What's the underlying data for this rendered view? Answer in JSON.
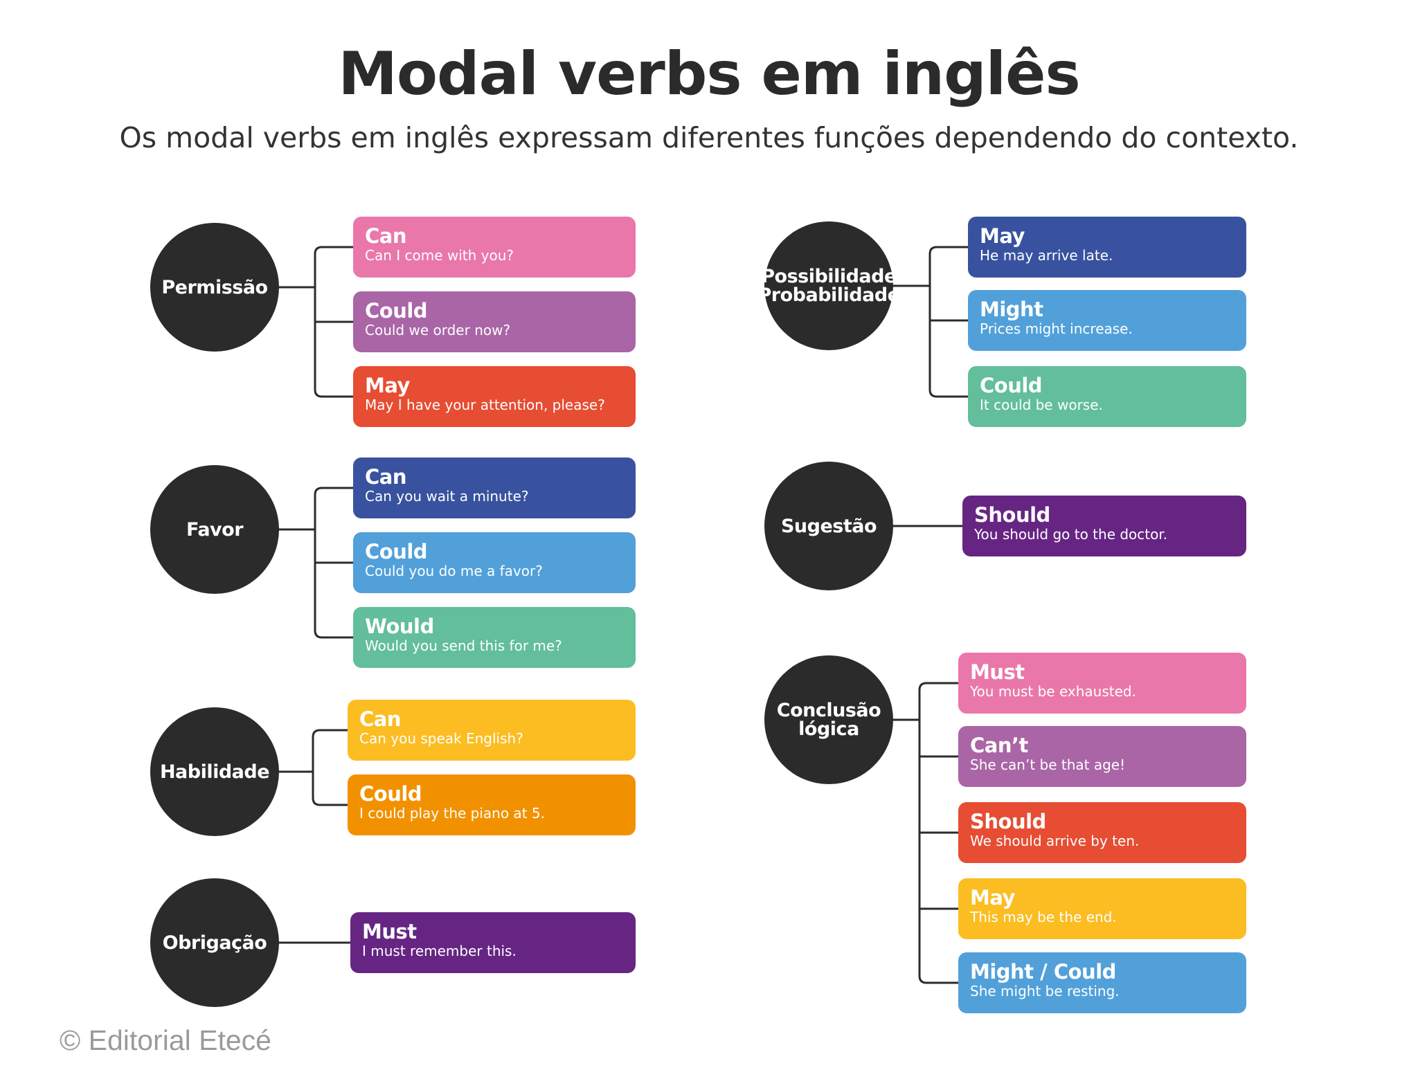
{
  "header": {
    "title": "Modal verbs em inglês",
    "subtitle": "Os modal verbs em inglês expressam diferentes funções dependendo do contexto."
  },
  "groups": [
    {
      "label": "Permissão",
      "items": [
        {
          "verb": "Can",
          "example": "Can I come with you?",
          "color": "#ea77aa"
        },
        {
          "verb": "Could",
          "example": "Could we order now?",
          "color": "#a965a6"
        },
        {
          "verb": "May",
          "example": "May I have your attention, please?",
          "color": "#e64d33"
        }
      ]
    },
    {
      "label": "Favor",
      "items": [
        {
          "verb": "Can",
          "example": "Can you wait a minute?",
          "color": "#38529f"
        },
        {
          "verb": "Could",
          "example": "Could you do me a favor?",
          "color": "#51a0da"
        },
        {
          "verb": "Would",
          "example": "Would you send this for me?",
          "color": "#62be9b"
        }
      ]
    },
    {
      "label": "Habilidade",
      "items": [
        {
          "verb": "Can",
          "example": "Can you speak English?",
          "color": "#fbbd22"
        },
        {
          "verb": "Could",
          "example": "I could play the piano at 5.",
          "color": "#f29100"
        }
      ]
    },
    {
      "label": "Obrigação",
      "items": [
        {
          "verb": "Must",
          "example": "I must remember this.",
          "color": "#662583"
        }
      ]
    },
    {
      "label": "Possibilidade\nProbabilidade",
      "items": [
        {
          "verb": "May",
          "example": "He may arrive late.",
          "color": "#38529f"
        },
        {
          "verb": "Might",
          "example": "Prices might increase.",
          "color": "#51a0da"
        },
        {
          "verb": "Could",
          "example": "It could be worse.",
          "color": "#62be9b"
        }
      ]
    },
    {
      "label": "Sugestão",
      "items": [
        {
          "verb": "Should",
          "example": "You should go to the doctor.",
          "color": "#662583"
        }
      ]
    },
    {
      "label": "Conclusão\nlógica",
      "items": [
        {
          "verb": "Must",
          "example": "You must be exhausted.",
          "color": "#ea77aa"
        },
        {
          "verb": "Can’t",
          "example": "She can’t be that age!",
          "color": "#a965a6"
        },
        {
          "verb": "Should",
          "example": "We should arrive by ten.",
          "color": "#e64d33"
        },
        {
          "verb": "May",
          "example": "This may be the end.",
          "color": "#fbbd22"
        },
        {
          "verb": "Might / Could",
          "example": "She might be resting.",
          "color": "#51a0da"
        }
      ]
    }
  ],
  "footer": {
    "credit": "© Editorial Etecé"
  }
}
